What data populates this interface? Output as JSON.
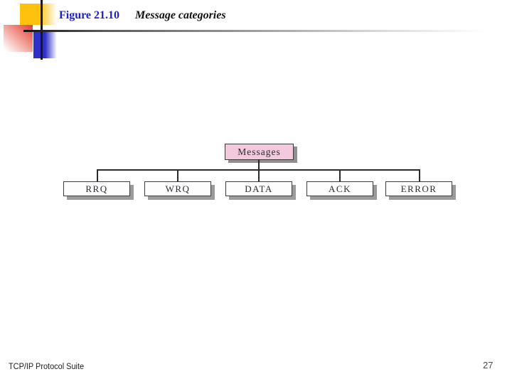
{
  "slide": {
    "title": {
      "figure_label": "Figure 21.10",
      "figure_caption": "Message categories"
    },
    "footer": {
      "left_text": "TCP/IP Protocol Suite",
      "page_number": "27"
    }
  },
  "diagram": {
    "type": "tree",
    "root": {
      "label": "Messages"
    },
    "children": [
      {
        "label": "RRQ"
      },
      {
        "label": "WRQ"
      },
      {
        "label": "DATA"
      },
      {
        "label": "ACK"
      },
      {
        "label": "ERROR"
      }
    ]
  },
  "colors": {
    "title_blue": "#2121cc",
    "root_box_fill": "#f3c9de",
    "child_box_fill": "#fdfdfd",
    "box_border": "#3b3b3b",
    "box_shadow_gray": "#9b9b9b",
    "connector": "#2a2a2a",
    "decor_yellow": "#fdc10e",
    "decor_red": "#e23c38",
    "decor_blue": "#2f2fc9"
  }
}
